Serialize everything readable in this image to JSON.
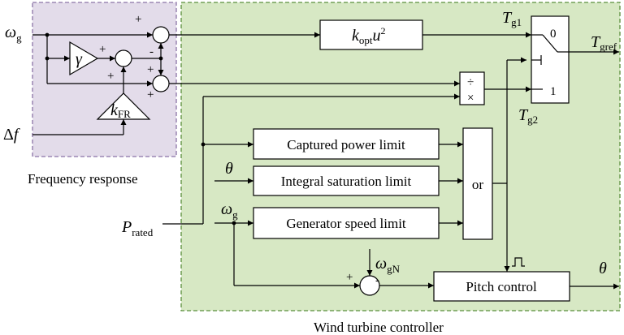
{
  "regions": {
    "frequency_response": {
      "label": "Frequency response",
      "fill": "#e3dcea",
      "stroke": "#8b73a6"
    },
    "wind_turbine_controller": {
      "label": "Wind turbine controller",
      "fill": "#d7e8c4",
      "stroke": "#5a8f3c"
    }
  },
  "inputs": {
    "omega_g": {
      "base": "ω",
      "sub": "g"
    },
    "delta_f": {
      "base": "Δ",
      "var": "f"
    },
    "p_rated": {
      "base": "P",
      "sub": "rated"
    },
    "theta_in": {
      "text": "θ"
    },
    "omega_g2": {
      "base": "ω",
      "sub": "g"
    },
    "omega_gN": {
      "base": "ω",
      "sub": "gN"
    }
  },
  "blocks": {
    "gamma": {
      "text": "γ"
    },
    "k_fr": {
      "base": "k",
      "sub": "FR"
    },
    "k_opt": {
      "k": "k",
      "sub": "opt",
      "u": "u",
      "exp": "2"
    },
    "div_mul": {
      "div": "÷",
      "mul": "×"
    },
    "captured_power_limit": {
      "label": "Captured power limit"
    },
    "integral_saturation_limit": {
      "label": "Integral saturation limit"
    },
    "generator_speed_limit": {
      "label": "Generator speed limit"
    },
    "or_gate": {
      "label": "or"
    },
    "pitch_control": {
      "label": "Pitch control"
    },
    "switch": {
      "top": "0",
      "bottom": "1"
    }
  },
  "signals": {
    "t_g1": {
      "base": "T",
      "sub": "g1"
    },
    "t_g2": {
      "base": "T",
      "sub": "g2"
    },
    "t_gref": {
      "base": "T",
      "sub": "gref"
    },
    "theta_out": {
      "text": "θ"
    }
  },
  "signs": {
    "sum1_top": "+",
    "sum1_bottom": "-",
    "sum2_left": "+",
    "sum2_bottom": "+",
    "sum3_top": "+",
    "sum3_bottom": "+",
    "sum4_left": "+",
    "sum4_top": "-"
  }
}
